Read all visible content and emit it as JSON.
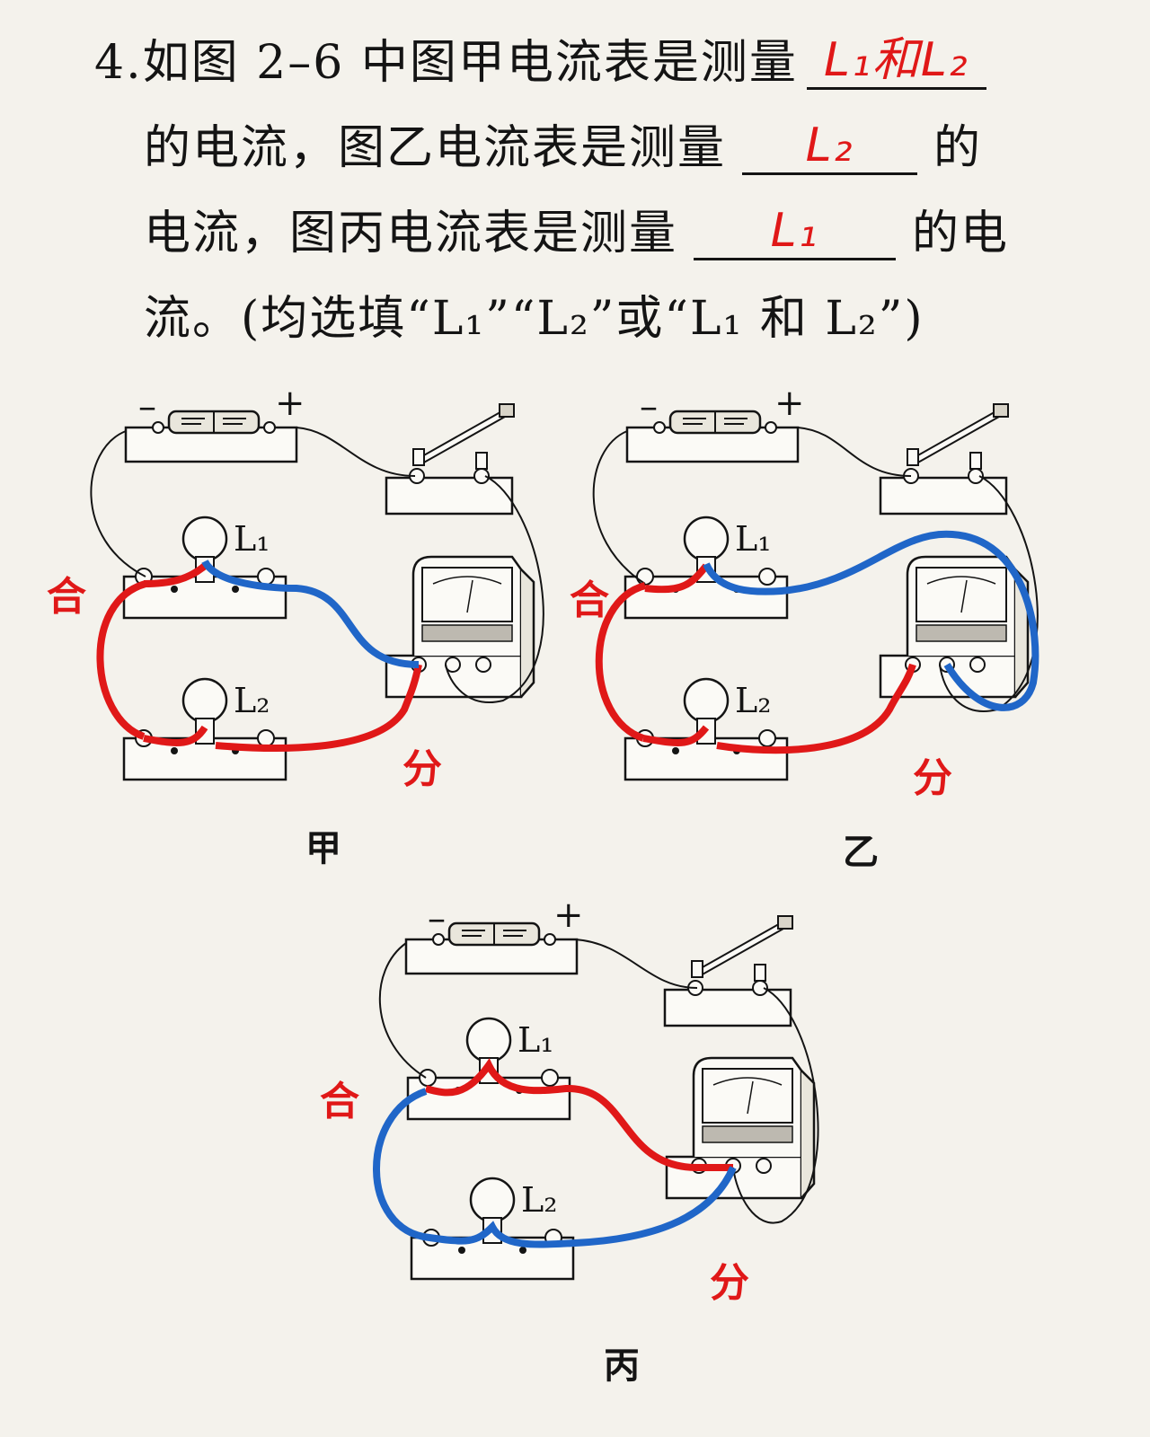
{
  "question": {
    "line1_prefix": "4.如图 2–6 中图甲电流表是测量",
    "line2_prefix": "的电流，图乙电流表是测量",
    "line2_suffix": "的",
    "line3_prefix": "电流，图丙电流表是测量",
    "line3_suffix": "的电",
    "line4": "流。(均选填“L₁”“L₂”或“L₁ 和 L₂”)",
    "answer1": "L₁和L₂",
    "answer2": "L₂",
    "answer3": "L₁"
  },
  "figures": {
    "jia": {
      "caption": "甲",
      "note_he": "合",
      "note_fen": "分",
      "lamp1": "L₁",
      "lamp2": "L₂"
    },
    "yi": {
      "caption": "乙",
      "note_he": "合",
      "note_fen": "分",
      "lamp1": "L₁",
      "lamp2": "L₂"
    },
    "bing": {
      "caption": "丙",
      "note_he": "合",
      "note_fen": "分",
      "lamp1": "L₁",
      "lamp2": "L₂"
    }
  },
  "battery": {
    "minus": "–",
    "plus": "+"
  },
  "colors": {
    "ink": "#141414",
    "red_wire": "#e01818",
    "blue_wire": "#2066c8",
    "paper": "#f4f2ec"
  }
}
